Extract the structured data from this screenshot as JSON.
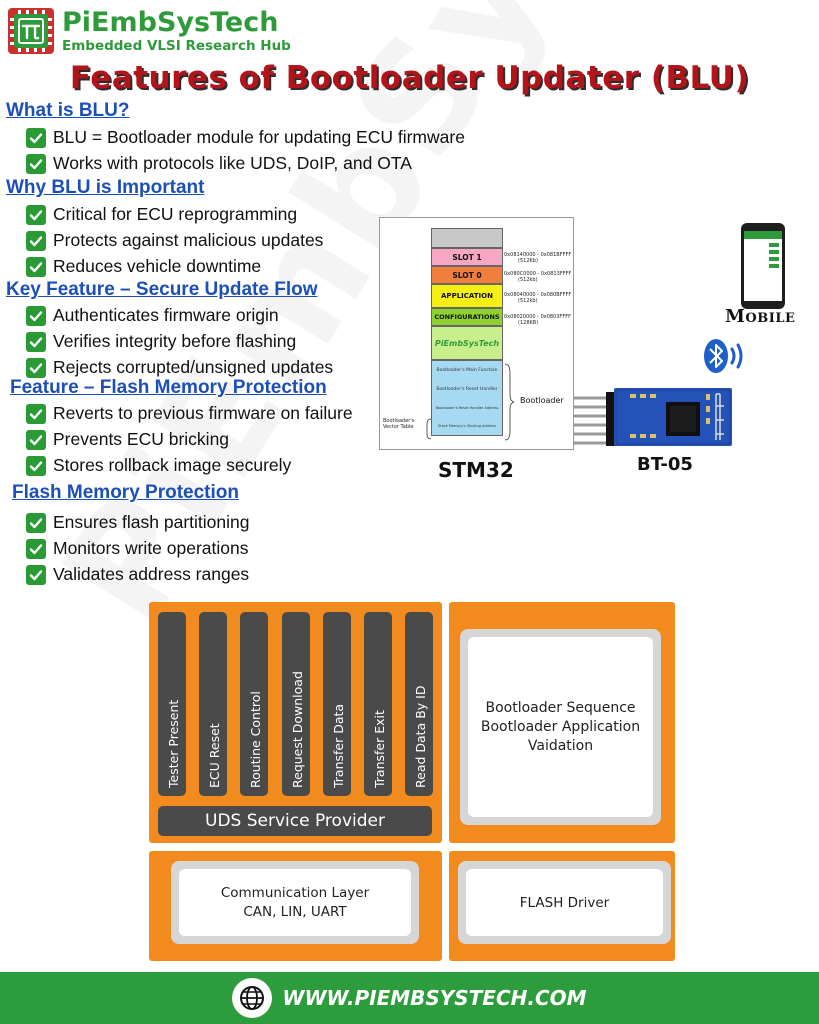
{
  "header": {
    "brand_name": "PiEmbSysTech",
    "brand_tagline": "Embedded VLSI Research Hub",
    "title": "Features of Bootloader Updater (BLU)"
  },
  "watermark": "PiEmbSysTech",
  "sections": [
    {
      "heading": "What is BLU?",
      "items": [
        "BLU = Bootloader module for updating ECU firmware",
        "Works with protocols like UDS, DoIP, and OTA"
      ]
    },
    {
      "heading": "Why BLU is Important",
      "items": [
        "Critical for ECU reprogramming",
        "Protects against malicious updates",
        "Reduces vehicle downtime"
      ]
    },
    {
      "heading": "Key Feature – Secure Update Flow",
      "items": [
        "Authenticates firmware origin",
        "Verifies integrity before flashing",
        "Rejects corrupted/unsigned updates"
      ]
    },
    {
      "heading": "Feature – Flash Memory Protection",
      "items": [
        "Reverts to previous firmware on failure",
        "Prevents ECU bricking",
        "Stores rollback image securely"
      ]
    },
    {
      "heading": "Flash Memory Protection",
      "items": [
        "Ensures flash partitioning",
        "Monitors write operations",
        "Validates address ranges"
      ]
    }
  ],
  "memory_map": {
    "blocks": [
      {
        "label": "",
        "color": "#c8c8c8"
      },
      {
        "label": "SLOT 1",
        "color": "#f7a6c4",
        "address": "0x08140000 - 0x081BFFFF",
        "size": "(512Kb)"
      },
      {
        "label": "SLOT 0",
        "color": "#f07e3c",
        "address": "0x080C0000 - 0x0813FFFF",
        "size": "(512kb)"
      },
      {
        "label": "APPLICATION",
        "color": "#f6ef14",
        "address": "0x08040000 - 0x080BFFFF",
        "size": "(512kb)"
      },
      {
        "label": "CONFIGURATIONS",
        "color": "#8fd12e",
        "address": "0x08020000 - 0x0803FFFF",
        "size": "(128KB)"
      },
      {
        "label": "PiEmbSysTech",
        "color": "#c9ef8c"
      }
    ],
    "bootloader_lines": [
      "Bootloader's Main Function",
      "Bootloader's Reset Handler",
      "Bootloader's Reset Handler Address",
      "Stack Memory's Starting Address"
    ],
    "bootloader_label": "Bootloader",
    "vector_table_label": "Bootloader's Vector Table",
    "device_label": "STM32"
  },
  "bluetooth_module_label": "BT-05",
  "mobile_label": "Mobile",
  "architecture": {
    "services": [
      "Tester Present",
      "ECU Reset",
      "Routine Control",
      "Request  Download",
      "Transfer Data",
      "Transfer Exit",
      "Read Data By ID"
    ],
    "uds_provider": "UDS Service Provider",
    "bootloader_box": [
      "Bootloader Sequence",
      "Bootloader Application",
      "Vaidation"
    ],
    "communication_box": [
      "Communication Layer",
      "CAN, LIN, UART"
    ],
    "flash_box": "FLASH Driver"
  },
  "footer": {
    "url": "WWW.PIEMBSYSTECH.COM",
    "icon": "globe-icon"
  },
  "colors": {
    "brand_green": "#2e9a3a",
    "title_red": "#b3141a",
    "heading_blue": "#1d4fb8",
    "check_green": "#2a9a35",
    "panel_orange": "#f38a1e",
    "service_grey": "#4a4a4a"
  }
}
